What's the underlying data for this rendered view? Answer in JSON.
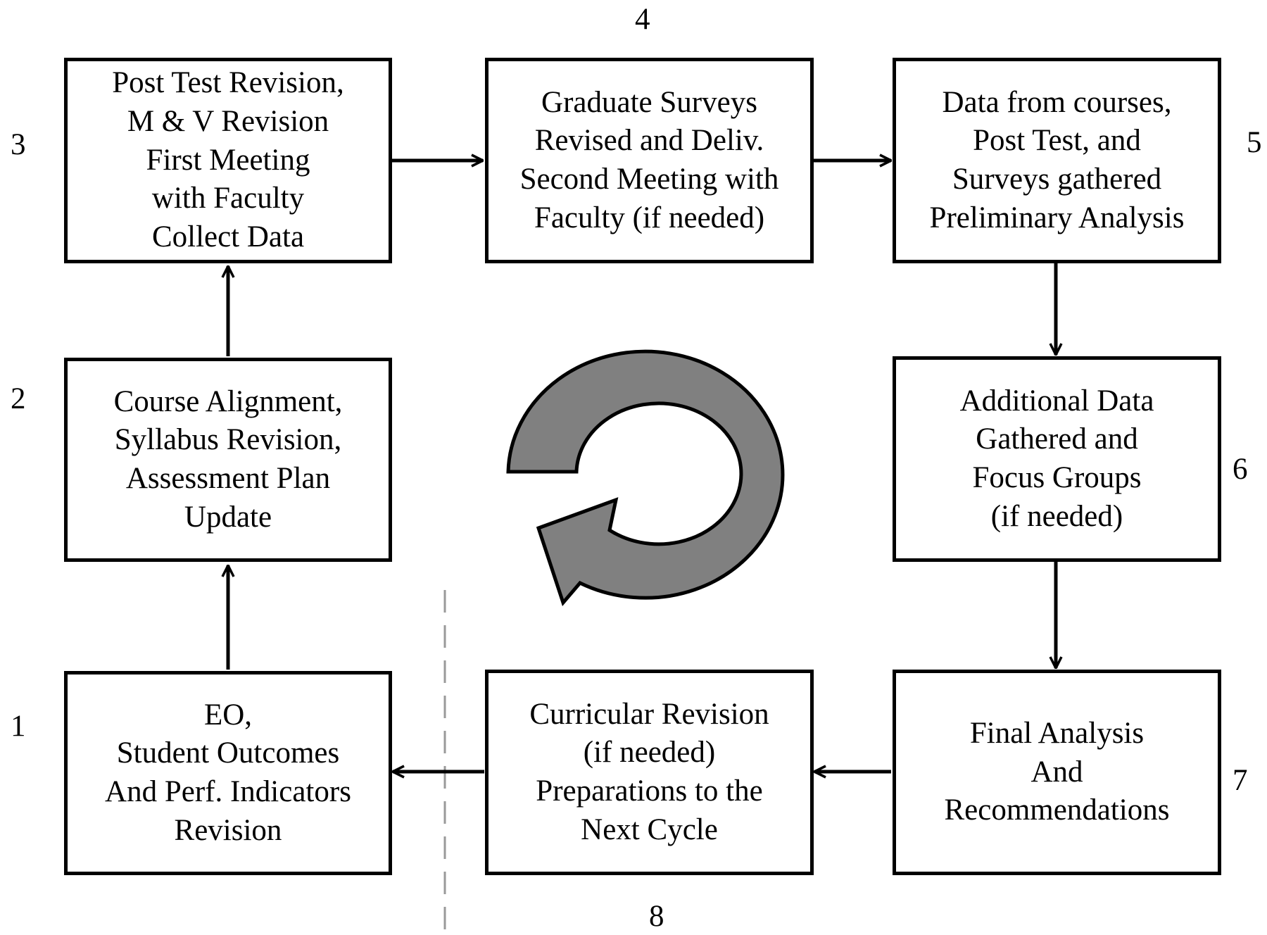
{
  "steps": [
    {
      "number": "1",
      "text": "EO,\nStudent Outcomes\nAnd Perf. Indicators\nRevision"
    },
    {
      "number": "2",
      "text": "Course Alignment,\nSyllabus Revision,\nAssessment Plan\nUpdate"
    },
    {
      "number": "3",
      "text": "Post Test Revision,\nM & V Revision\nFirst Meeting\nwith Faculty\nCollect Data"
    },
    {
      "number": "4",
      "text": "Graduate Surveys\nRevised and Deliv.\nSecond Meeting with\nFaculty (if needed)"
    },
    {
      "number": "5",
      "text": "Data from courses,\nPost Test, and\nSurveys gathered\nPreliminary Analysis"
    },
    {
      "number": "6",
      "text": "Additional Data\nGathered and\nFocus Groups\n(if needed)"
    },
    {
      "number": "7",
      "text": "Final Analysis\nAnd\nRecommendations"
    },
    {
      "number": "8",
      "text": "Curricular Revision\n(if needed)\nPreparations to the\nNext Cycle"
    }
  ],
  "colors": {
    "cycle_arrow_fill": "#808080",
    "divider": "#999999",
    "stroke": "#000000"
  },
  "icons": {
    "center": "cycle-arrow-icon"
  }
}
